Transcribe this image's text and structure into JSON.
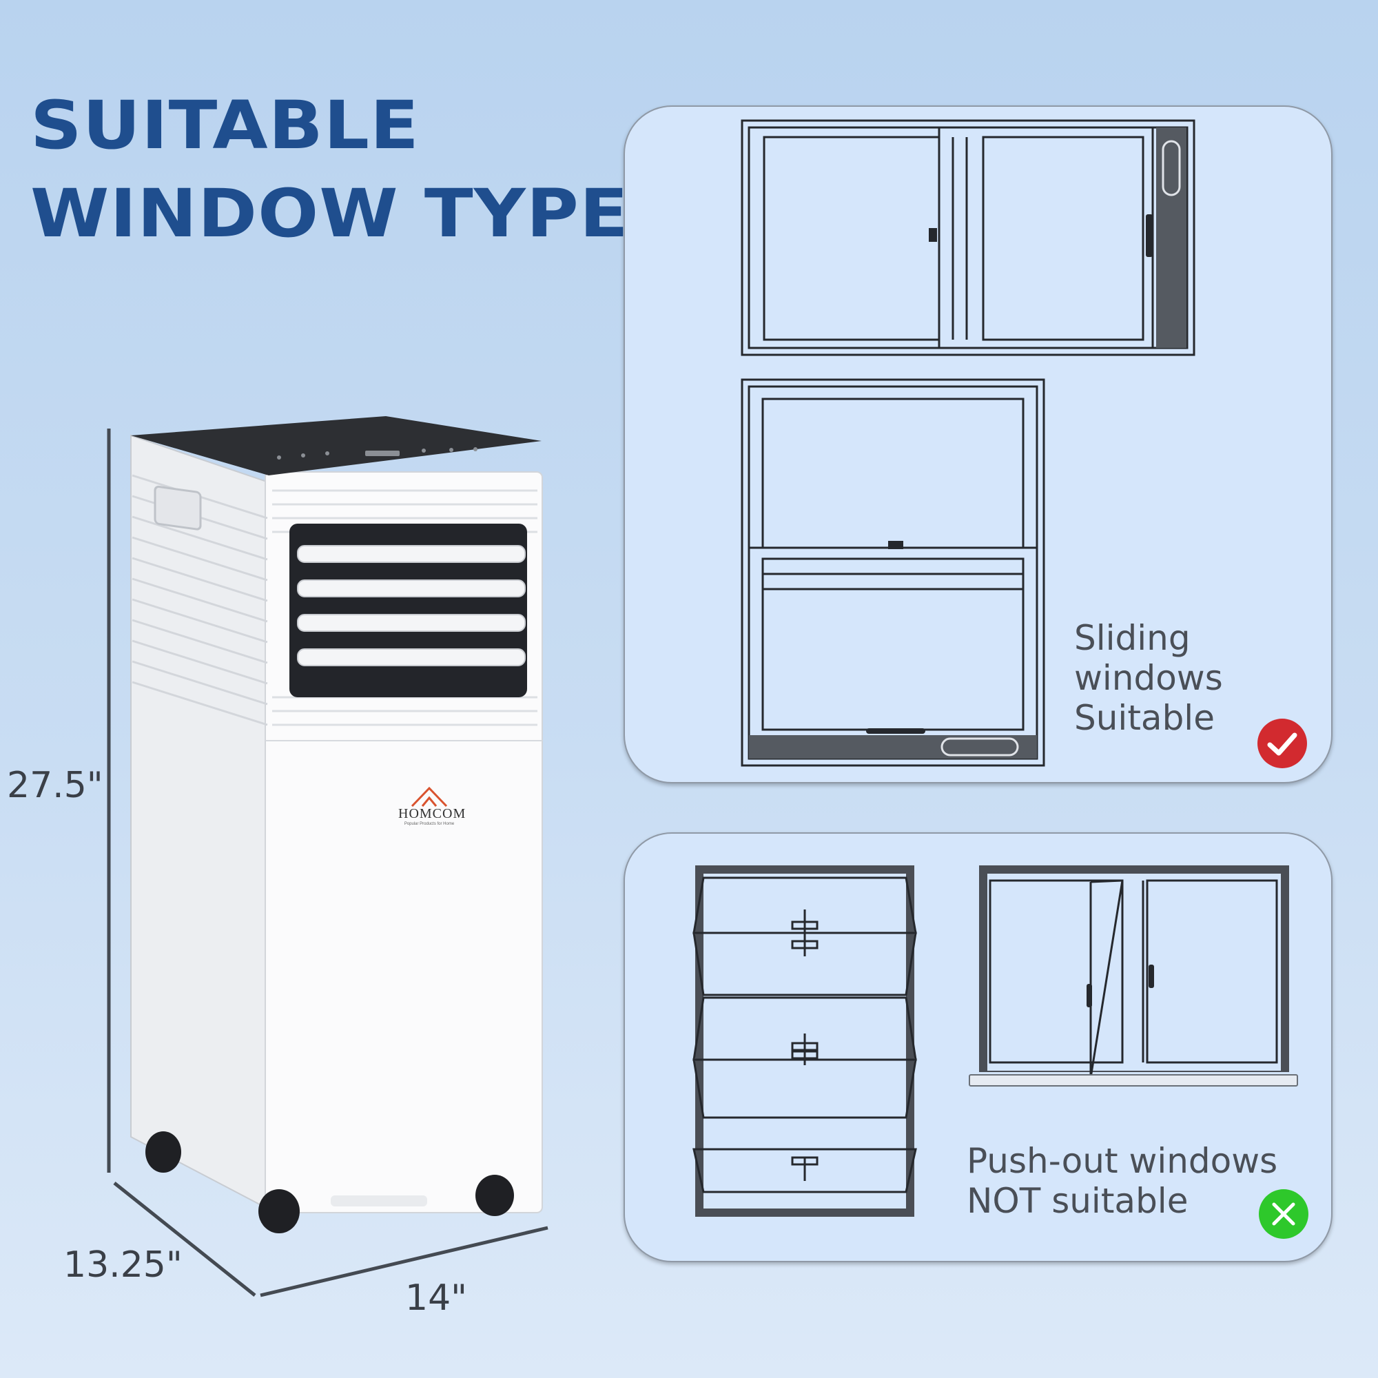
{
  "title": {
    "line1": "SUITABLE",
    "line2": "WINDOW TYPES"
  },
  "dimensions": {
    "height": "27.5\"",
    "depth": "13.25\"",
    "width": "14\""
  },
  "product": {
    "brand": "HOMCOM",
    "tagline": "Popular Products for Home"
  },
  "suitable_card": {
    "lines": [
      "Sliding",
      "windows",
      "Suitable"
    ],
    "badge_icon": "checkmark-icon",
    "badge_color": "#d22a2f"
  },
  "unsuitable_card": {
    "lines": [
      "Push-out windows",
      "NOT suitable"
    ],
    "badge_icon": "cross-icon",
    "badge_color": "#2ec82b"
  }
}
